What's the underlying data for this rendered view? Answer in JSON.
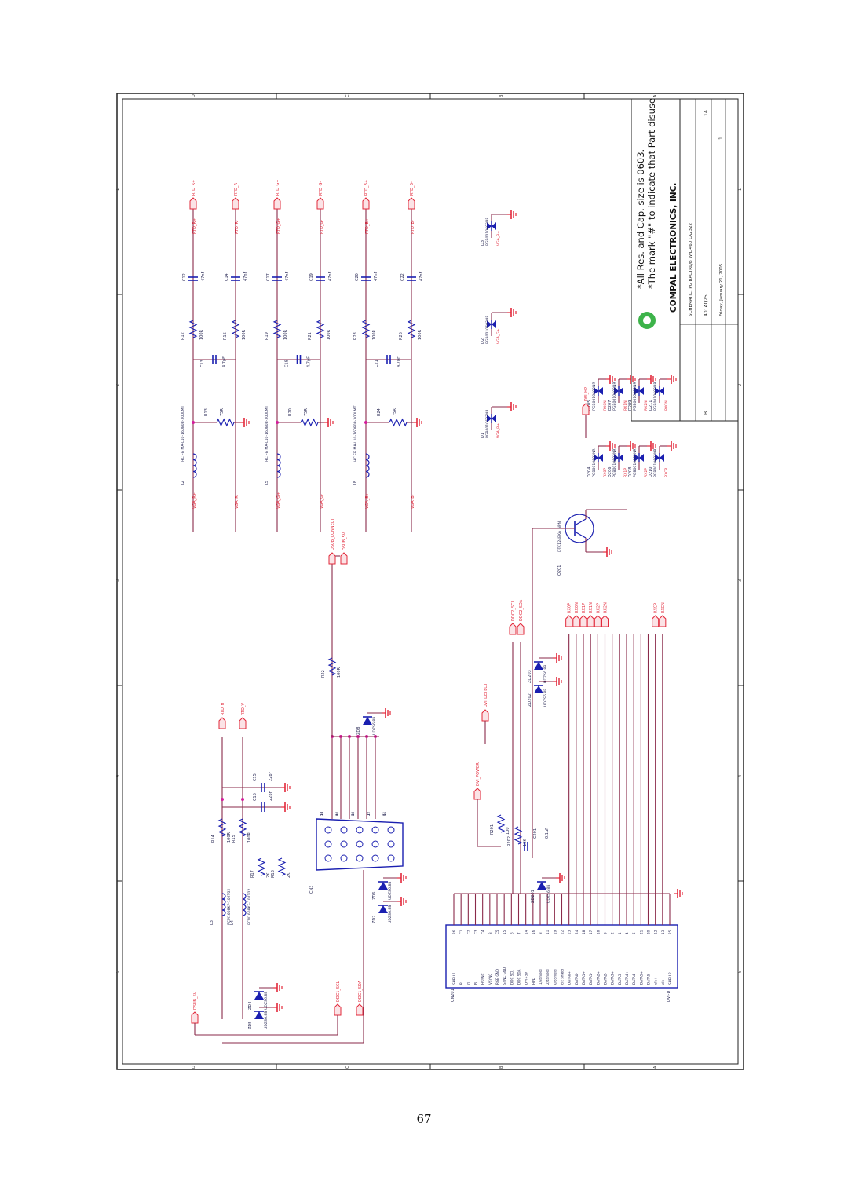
{
  "page_number": "67",
  "title_block": {
    "company": "COMPAL ELECTRONICS, INC.",
    "title": "SCHEMATIC, PG BACTRL/B W/L-460 LA2322",
    "doc_number": "401AQ25",
    "rev": "1A",
    "date": "Friday, January 21, 2005",
    "size": "B",
    "sheet": "1"
  },
  "notes": [
    "*All Res. and Cap. size is 0603.",
    "*The mark \"#\" to indicate that Part disuse."
  ],
  "colors": {
    "wire": "#8a2a4a",
    "ground": "#e2283a",
    "component": "#1a1fb0",
    "part_text": "#2a2a55",
    "junction": "#d41c9c"
  },
  "border": {
    "cols": [
      "D",
      "C",
      "B",
      "A"
    ],
    "rows": [
      "1",
      "2",
      "3",
      "4",
      "5"
    ]
  },
  "vga_filters": [
    {
      "in": "VGA_R+",
      "l": "L2",
      "lval": "HC FB MA-L10-160808-300LMT",
      "rt": "R13",
      "rtval": "75R",
      "c1": "C13",
      "c1val": "4.7pF",
      "r1": "R12",
      "r1val": "100R",
      "r2": "R16",
      "r2val": "100R",
      "cap": "C12",
      "capval": "47nF",
      "net": "RTD_R+",
      "port": "RTD_R+"
    },
    {
      "in": "VGA_R-",
      "cap": "C14",
      "capval": "47nF",
      "net": "RTD_R-",
      "port": "RTD_R-"
    },
    {
      "in": "VGA_G+",
      "l": "L5",
      "lval": "HC FB MA-L10-160808-300LMT",
      "rt": "R20",
      "rtval": "75R",
      "c1": "C18",
      "c1val": "4.7pF",
      "r1": "R19",
      "r1val": "100R",
      "r2": "R21",
      "r2val": "100R",
      "cap": "C17",
      "capval": "47nF",
      "net": "RTD_G+",
      "port": "RTD_G+"
    },
    {
      "in": "VGA_G-",
      "cap": "C19",
      "capval": "47nF",
      "net": "RTD_G-",
      "port": "RTD_G-"
    },
    {
      "in": "VGA_B+",
      "l": "L8",
      "lval": "HC FB MA-L10-160808-300LMT",
      "rt": "R24",
      "rtval": "75R",
      "c1": "C21",
      "c1val": "4.7pF",
      "r1": "R23",
      "r1val": "100R",
      "r2": "R26",
      "r2val": "100R",
      "cap": "C20",
      "capval": "47nF",
      "net": "RTD_B+",
      "port": "RTD_B+"
    },
    {
      "in": "VGA_B-",
      "cap": "C22",
      "capval": "47nF",
      "net": "RTD_B-",
      "port": "RTD_B-"
    }
  ],
  "esd_diodes": [
    {
      "ref": "D1",
      "part": "PGB0010603NR",
      "net": "VGA_R+"
    },
    {
      "ref": "D2",
      "part": "PGB0010603NR",
      "net": "VGA_G+"
    },
    {
      "ref": "D3",
      "part": "PGB0010603NR",
      "net": "VGA_B+"
    }
  ],
  "dvi_diodes": [
    {
      "ref": "D204",
      "part": "PGB0010603NR",
      "net": "RX0P"
    },
    {
      "ref": "D205",
      "part": "PGB0010603NR",
      "net": "RX0N"
    },
    {
      "ref": "D206",
      "part": "PGB0010603NR",
      "net": "RX1P"
    },
    {
      "ref": "D207",
      "part": "PGB0010603NR",
      "net": "RX1N"
    },
    {
      "ref": "D208",
      "part": "PGB0010603NR",
      "net": "RX2P"
    },
    {
      "ref": "D209",
      "part": "PGB0010603NR",
      "net": "RX2N"
    },
    {
      "ref": "D210",
      "part": "PGB0010603NR",
      "net": "RXCP"
    },
    {
      "ref": "D211",
      "part": "PGB0010603NR",
      "net": "RXCN"
    }
  ],
  "transistor": {
    "ref": "Q201",
    "part": "DTC124EKA_NPN",
    "net_in": "DVI_HP",
    "port": "DVI_HP"
  },
  "dsub": {
    "ref": "CN3",
    "sync": [
      {
        "l": "L3",
        "lval": "FCM1608KF-102T02",
        "r": "R14",
        "rval": "100R",
        "rb": "R17",
        "rbval": "2K",
        "port": "RTD_H"
      },
      {
        "l": "L4",
        "lval": "FCM1608KF-102T02",
        "r": "R15",
        "rval": "100R",
        "rb": "R18",
        "rbval": "2K",
        "port": "RTD_V"
      }
    ],
    "caps": [
      {
        "ref": "C15",
        "val": "22pF"
      },
      {
        "ref": "C16",
        "val": "22pF"
      }
    ],
    "ddc": [
      {
        "ref": "ZD4",
        "part": "UDZS6.8B"
      },
      {
        "ref": "ZD5",
        "part": "UDZS6.8B"
      },
      {
        "ref": "ZD6",
        "part": "UDZS6.8B"
      },
      {
        "ref": "ZD7",
        "part": "UDZS6.8B"
      },
      {
        "ref": "ZD8",
        "part": "UDZS6.8B"
      }
    ],
    "r22": {
      "ref": "R22",
      "val": "100R",
      "port": "DSUB_CONNECT"
    },
    "ports": [
      "DSUB_5V",
      "DSUB_5V",
      "DDC1_SCL",
      "DDC1_SDA",
      "DSUB_5V"
    ],
    "pins": [
      "15",
      "14",
      "13",
      "12",
      "11",
      "10",
      "9",
      "8",
      "7",
      "6",
      "5",
      "4",
      "3",
      "2",
      "1"
    ]
  },
  "dvi": {
    "ref": "CN201",
    "type": "DVI-D",
    "pins": [
      {
        "n": "26",
        "name": "SHELL1"
      },
      {
        "n": "C1",
        "name": "R"
      },
      {
        "n": "C2",
        "name": "G"
      },
      {
        "n": "C3",
        "name": "B"
      },
      {
        "n": "C4",
        "name": "HSYNC"
      },
      {
        "n": "8",
        "name": "VSYNC"
      },
      {
        "n": "C5",
        "name": "RGB GND"
      },
      {
        "n": "15",
        "name": "SYNC GND"
      },
      {
        "n": "6",
        "name": "DDC SCL"
      },
      {
        "n": "7",
        "name": "DDC SDA"
      },
      {
        "n": "14",
        "name": "DVI+5V"
      },
      {
        "n": "16",
        "name": "HPD"
      },
      {
        "n": "3",
        "name": "1/3Shield"
      },
      {
        "n": "11",
        "name": "2/4Shield"
      },
      {
        "n": "19",
        "name": "0/5Shield"
      },
      {
        "n": "22",
        "name": "clk Shield"
      },
      {
        "n": "23",
        "name": "DATA0+"
      },
      {
        "n": "24",
        "name": "DATA0-"
      },
      {
        "n": "18",
        "name": "DATA1+"
      },
      {
        "n": "17",
        "name": "DATA1-"
      },
      {
        "n": "10",
        "name": "DATA2+"
      },
      {
        "n": "9",
        "name": "DATA2-"
      },
      {
        "n": "2",
        "name": "DATA3+"
      },
      {
        "n": "1",
        "name": "DATA3-"
      },
      {
        "n": "4",
        "name": "DATA4+"
      },
      {
        "n": "5",
        "name": "DATA4-"
      },
      {
        "n": "21",
        "name": "DATA5+"
      },
      {
        "n": "20",
        "name": "DATA5-"
      },
      {
        "n": "12",
        "name": "clk+"
      },
      {
        "n": "13",
        "name": "clk-"
      },
      {
        "n": "25",
        "name": "SHELL2"
      }
    ],
    "r201": {
      "ref": "R201",
      "val": "100",
      "port": "DVI_POWER"
    },
    "r202": {
      "ref": "R202",
      "val": "10K",
      "port": "DVI_DETECT"
    },
    "c201": {
      "ref": "C201",
      "val": "0.1uF"
    },
    "zd": [
      {
        "ref": "ZD201",
        "part": "UDZS6.8B"
      },
      {
        "ref": "ZD202",
        "part": "UDZS6.8B"
      },
      {
        "ref": "ZD203",
        "part": "UDZS6.8B"
      }
    ],
    "ddc_ports": [
      "DDC2_SCL",
      "DDC2_SDA"
    ],
    "data_ports": [
      "RX0P",
      "RX0N",
      "RX1P",
      "RX1N",
      "RX2P",
      "RX2N"
    ],
    "clk_ports": [
      "RXCP",
      "RXCN"
    ]
  }
}
